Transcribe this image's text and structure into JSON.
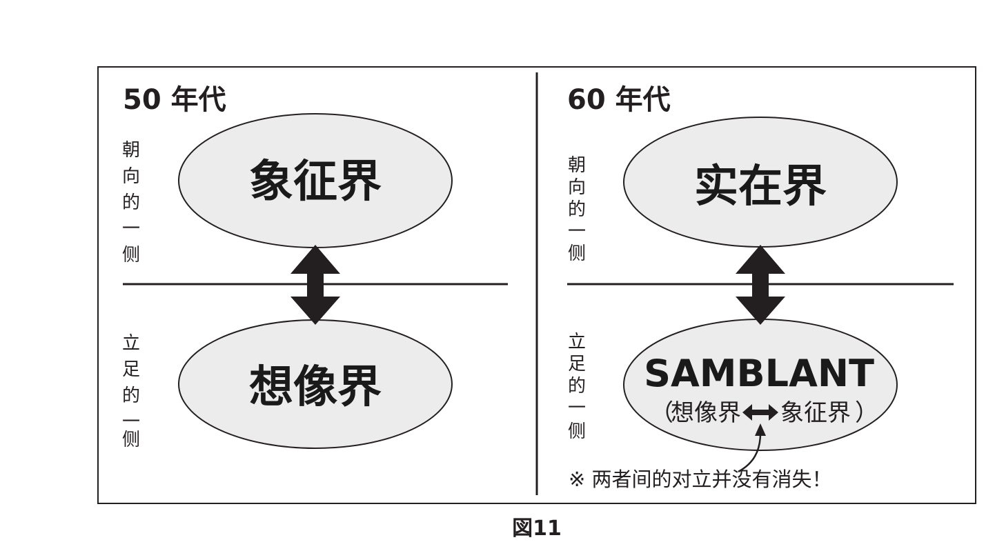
{
  "figure_label": "図11",
  "colors": {
    "ellipse_fill": "#ececec",
    "ink": "#231f20"
  },
  "left_panel": {
    "heading": "50 年代",
    "side_top": [
      "朝",
      "向",
      "的",
      "一",
      "侧"
    ],
    "side_bottom": [
      "立",
      "足",
      "的",
      "一",
      "侧"
    ],
    "top_realm": "象征界",
    "bottom_realm": "想像界"
  },
  "right_panel": {
    "heading": "60 年代",
    "side_top": [
      "朝",
      "向",
      "的",
      "一",
      "侧"
    ],
    "side_bottom": [
      "立",
      "足",
      "的",
      "一",
      "侧"
    ],
    "top_realm": "实在界",
    "bottom_realm": "SAMBLANT",
    "bottom_sub_open": "（",
    "bottom_sub_left": "想像界",
    "bottom_sub_right": "象征界",
    "bottom_sub_close": "）",
    "note": "※ 两者间的对立并没有消失！"
  }
}
